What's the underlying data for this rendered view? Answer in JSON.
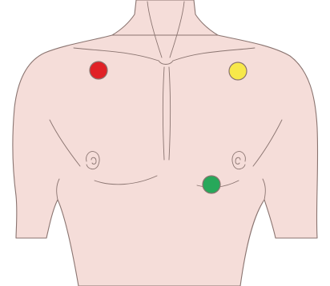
{
  "figure": {
    "subject": "male-torso-front",
    "colors": {
      "skin": "#f5ddd9",
      "outline": "#8a7470",
      "background": "#ffffff"
    }
  },
  "electrodes": [
    {
      "name": "electrode-red",
      "color": "#e02126"
    },
    {
      "name": "electrode-yellow",
      "color": "#f7e84a"
    },
    {
      "name": "electrode-green",
      "color": "#27a85a"
    }
  ]
}
